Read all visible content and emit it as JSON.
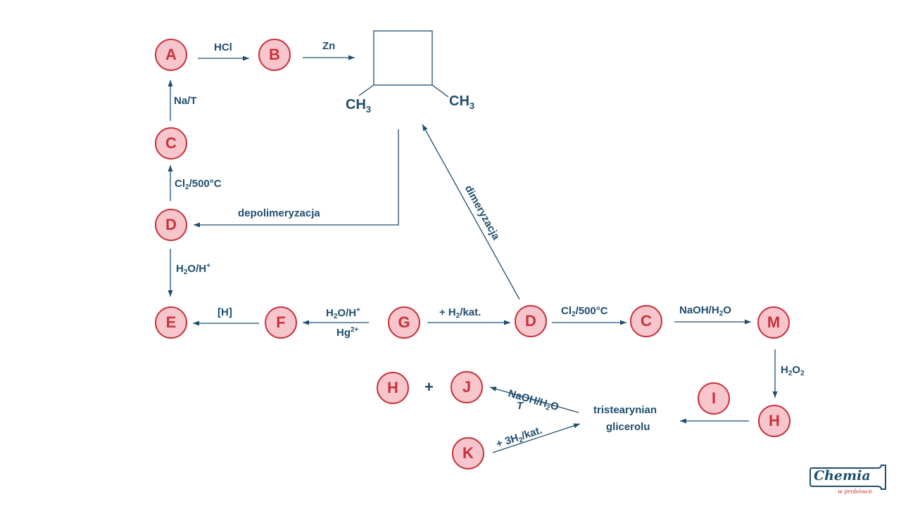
{
  "nodes": {
    "A_top": "A",
    "B_top": "B",
    "C_left": "C",
    "D_left": "D",
    "E": "E",
    "F": "F",
    "G": "G",
    "D_mid": "D",
    "C_mid": "C",
    "M": "M",
    "I": "I",
    "H_right": "H",
    "H_bottom": "H",
    "J": "J",
    "K": "K"
  },
  "labels": {
    "hcl": "HCl",
    "zn": "Zn",
    "na_t": "Na/T",
    "cl2_500_left": {
      "a": "Cl",
      "sub": "2",
      "b": "/500°C"
    },
    "depolimeryzacja": "depolimeryzacja",
    "h2o_hplus_left": {
      "a": "H",
      "sub": "2",
      "b": "O/H",
      "sup": "+"
    },
    "dimeryzacja": "dimeryzacja",
    "h_red": "[H]",
    "h2o_hplus_mid": {
      "a": "H",
      "sub": "2",
      "b": "O/H",
      "sup": "+"
    },
    "hg2plus": {
      "a": "Hg",
      "sup": "2+"
    },
    "h2_kat": {
      "a": "+ H",
      "sub": "2",
      "b": "/kat."
    },
    "cl2_500_mid": {
      "a": "Cl",
      "sub": "2",
      "b": "/500°C"
    },
    "naoh_h2o_mid": {
      "a": "NaOH/H",
      "sub": "2",
      "b": "O"
    },
    "h2o2": {
      "a": "H",
      "sub": "2",
      "b": "O",
      "sub2": "2"
    },
    "naoh_h2o_bottom": {
      "a": "NaOH/H",
      "sub": "2",
      "b": "O"
    },
    "t_italic": "T",
    "three_h2_kat": {
      "a": "+ 3H",
      "sub": "2",
      "b": "/kat."
    },
    "tristearynian": "tristearynian",
    "glicerolu": "glicerolu",
    "plus_sign": "+",
    "ch3_left": {
      "a": "CH",
      "sub": "3"
    },
    "ch3_right": {
      "a": "CH",
      "sub": "3"
    }
  },
  "logo": {
    "text": "Chemia",
    "sub": "w probówce"
  },
  "colors": {
    "arrow": "#1f4e6e",
    "node_fill": "#f7c6cc",
    "node_border": "#c8323c",
    "text": "#1f4e6e"
  }
}
